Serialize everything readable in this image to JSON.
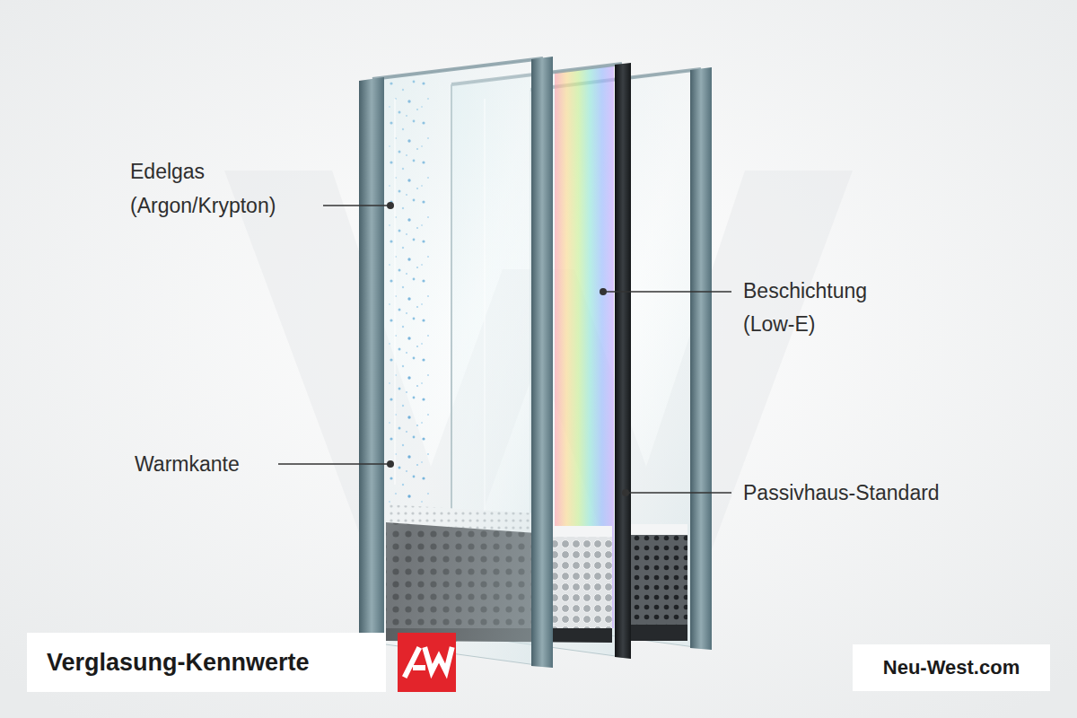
{
  "diagram": {
    "title": "Verglasung-Kennwerte",
    "labels": [
      "Edelgas (Argon/Krypton)",
      "Beschichtung (Low-E)",
      "Warmkante",
      "Passivhaus-Standard",
      "Neu-West.com"
    ]
  }
}
